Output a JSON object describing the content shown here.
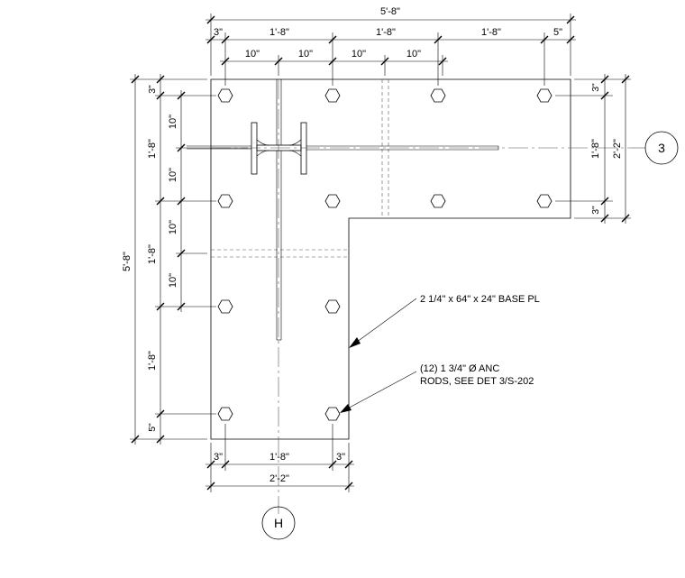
{
  "dims": {
    "top_overall": "5'-8\"",
    "top_edge_left": "3\"",
    "top_bolt_1": "1'-8\"",
    "top_bolt_2": "1'-8\"",
    "top_bolt_3": "1'-8\"",
    "top_edge_right": "5\"",
    "top_flange_1": "10\"",
    "top_flange_2": "10\"",
    "top_flange_3": "10\"",
    "top_flange_4": "10\"",
    "right_edge_top": "3\"",
    "right_bolt": "1'-8\"",
    "right_edge_bottom": "3\"",
    "right_overall": "2'-2\"",
    "left_overall": "5'-8\"",
    "left_edge_top": "3\"",
    "left_bolt_1": "1'-8\"",
    "left_bolt_2": "1'-8\"",
    "left_bolt_3": "1'-8\"",
    "left_edge_bottom": "5\"",
    "left_flange_1": "10\"",
    "left_flange_2": "10\"",
    "left_flange_3": "10\"",
    "left_flange_4": "10\"",
    "bottom_edge_left": "3\"",
    "bottom_bolt": "1'-8\"",
    "bottom_edge_right": "3\"",
    "bottom_overall": "2'-2\""
  },
  "notes": {
    "base_plate": "2 1/4\" x 64\" x 24\" BASE PL",
    "anchor_line1": "(12) 1 3/4\" Ø ANC",
    "anchor_line2": "RODS, SEE DET 3/S-202"
  },
  "grid": {
    "bubble_right": "3",
    "bubble_bottom": "H"
  }
}
